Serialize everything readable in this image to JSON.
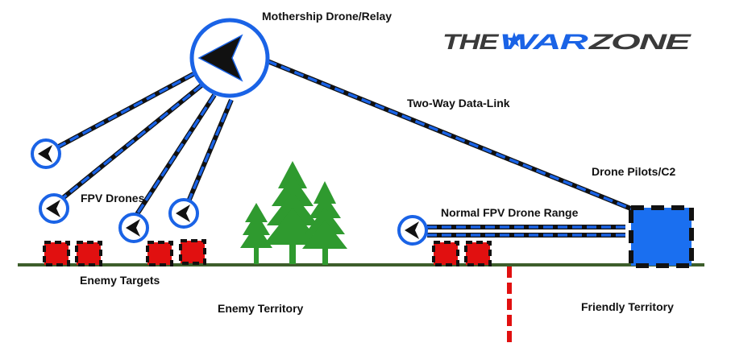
{
  "labels": {
    "mothership": "Mothership Drone/Relay",
    "datalink": "Two-Way Data-Link",
    "pilots": "Drone Pilots/C2",
    "fpv_drones": "FPV Drones",
    "normal_range": "Normal FPV Drone Range",
    "enemy_targets": "Enemy Targets",
    "enemy_territory": "Enemy Territory",
    "friendly_territory": "Friendly Territory"
  },
  "logo": {
    "part1": "THE",
    "part2": "WAR",
    "part3": "ZONE"
  },
  "icons": {
    "drone": "fpv-drone-icon",
    "mothership": "mothership-drone-icon",
    "target": "enemy-target-icon",
    "tree": "pine-tree-icon",
    "command_post": "command-post-icon"
  },
  "colors": {
    "link_blue": "#1a63e6",
    "link_dark": "#111111",
    "target_red": "#e11010",
    "ground_green": "#3d5e2b",
    "tree_green": "#2f9a2f",
    "frontline_red": "#e11010",
    "c2_blue": "#1a6ff0",
    "logo_gray": "#3a3a3a"
  }
}
